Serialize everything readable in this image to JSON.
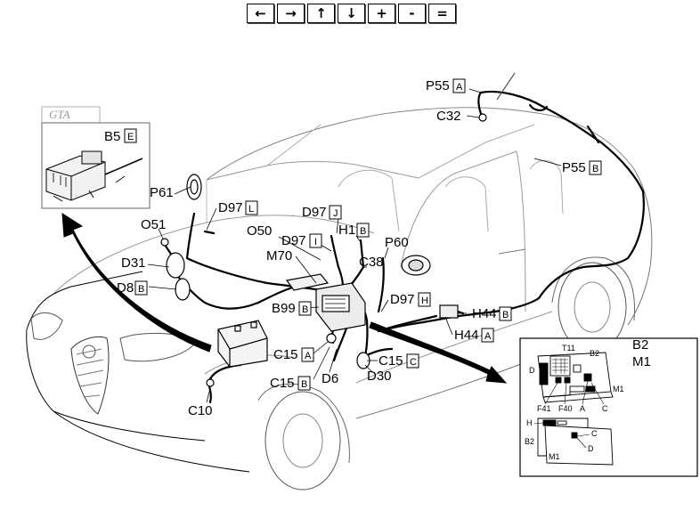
{
  "toolbar": [
    {
      "name": "pan-left-button",
      "glyph": "←"
    },
    {
      "name": "pan-right-button",
      "glyph": "→"
    },
    {
      "name": "pan-up-button",
      "glyph": "↑"
    },
    {
      "name": "pan-down-button",
      "glyph": "↓"
    },
    {
      "name": "zoom-in-button",
      "glyph": "+"
    },
    {
      "name": "zoom-out-button",
      "glyph": "-"
    },
    {
      "name": "zoom-reset-button",
      "glyph": "="
    }
  ],
  "inset_logo": "GTA",
  "labels": {
    "P55A": {
      "code": "P55",
      "letter": "A"
    },
    "C32": {
      "code": "C32",
      "letter": ""
    },
    "P55B": {
      "code": "P55",
      "letter": "B"
    },
    "B5E": {
      "code": "B5",
      "letter": "E"
    },
    "P61": {
      "code": "P61",
      "letter": ""
    },
    "D97L": {
      "code": "D97",
      "letter": "L"
    },
    "O51": {
      "code": "O51",
      "letter": ""
    },
    "D97J": {
      "code": "D97",
      "letter": "J"
    },
    "H1B": {
      "code": "H1",
      "letter": "B"
    },
    "O50": {
      "code": "O50",
      "letter": ""
    },
    "D97I": {
      "code": "D97",
      "letter": "I"
    },
    "P60": {
      "code": "P60",
      "letter": ""
    },
    "M70": {
      "code": "M70",
      "letter": ""
    },
    "C38": {
      "code": "C38",
      "letter": ""
    },
    "D31": {
      "code": "D31",
      "letter": ""
    },
    "D8B": {
      "code": "D8",
      "letter": "B"
    },
    "D97H": {
      "code": "D97",
      "letter": "H"
    },
    "B99B": {
      "code": "B99",
      "letter": "B"
    },
    "H44B": {
      "code": "H44",
      "letter": "B"
    },
    "H44A": {
      "code": "H44",
      "letter": "A"
    },
    "C15A": {
      "code": "C15",
      "letter": "A"
    },
    "C15C": {
      "code": "C15",
      "letter": "C"
    },
    "C15B": {
      "code": "C15",
      "letter": "B"
    },
    "D6": {
      "code": "D6",
      "letter": ""
    },
    "D30": {
      "code": "D30",
      "letter": ""
    },
    "C10": {
      "code": "C10",
      "letter": ""
    },
    "B2": {
      "code": "B2",
      "letter": ""
    },
    "M1": {
      "code": "M1",
      "letter": ""
    }
  },
  "fusebox_detail": {
    "t11": "T11",
    "b2": "B2",
    "m1": "M1",
    "d": "D",
    "f41": "F41",
    "f40": "F40",
    "a": "A",
    "c": "C",
    "h": "H",
    "b2_lower": "B2",
    "c_lower": "C",
    "d_lower": "D",
    "m1_lower": "M1"
  }
}
